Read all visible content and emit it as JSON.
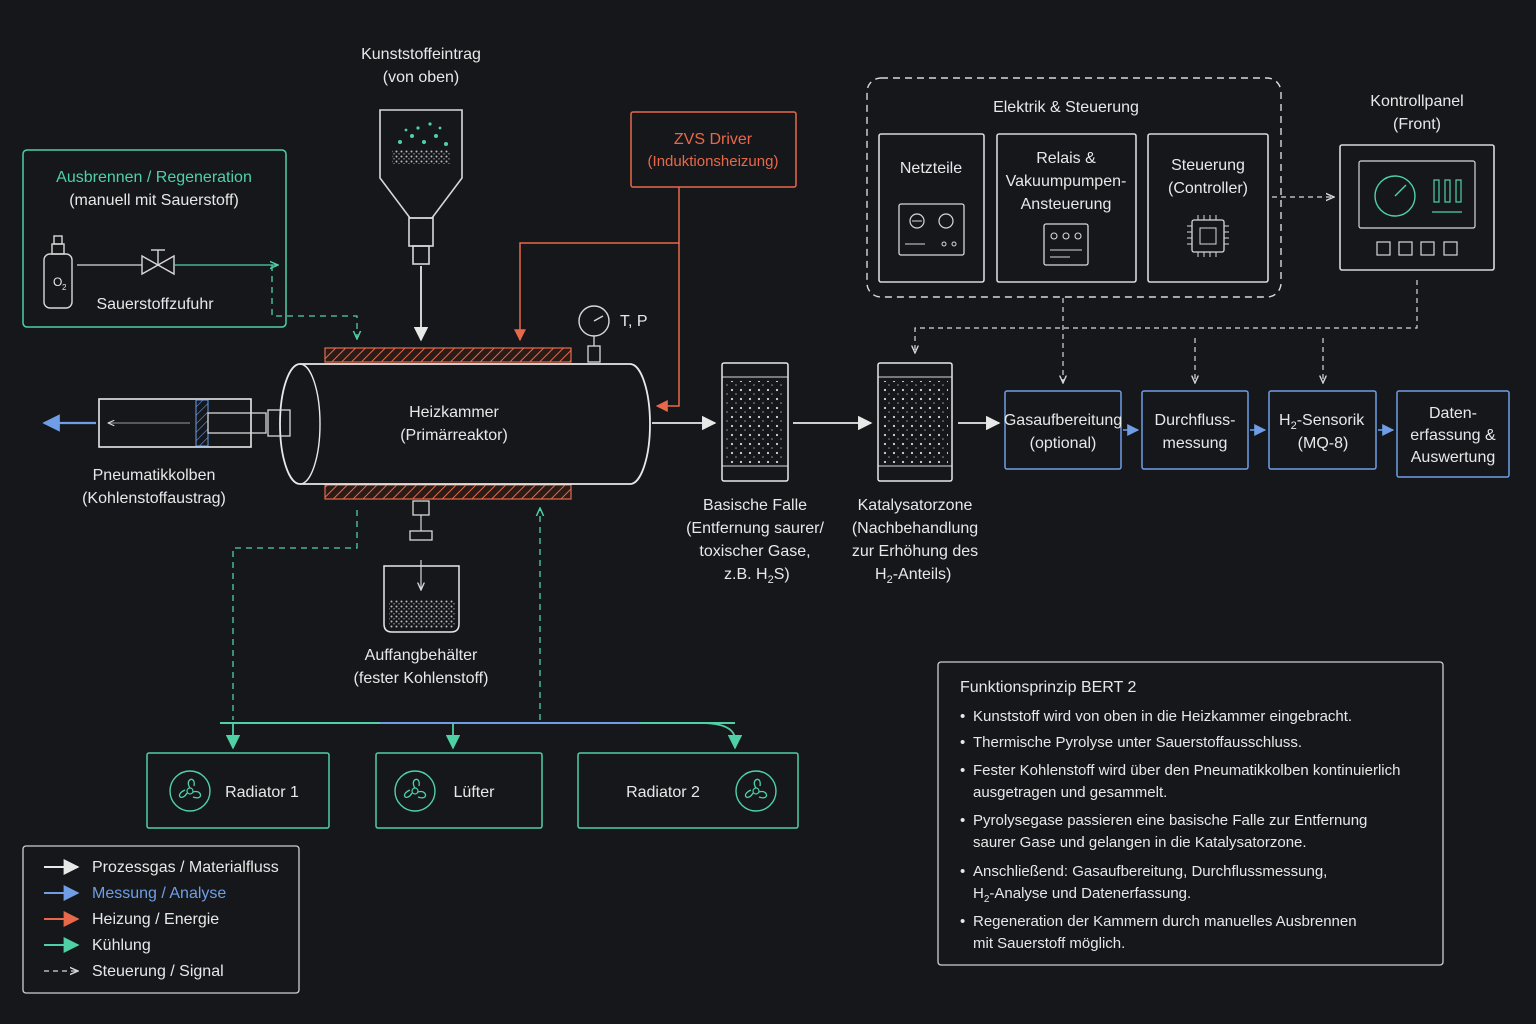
{
  "colors": {
    "background": "#15171b",
    "process": "#e8e8e8",
    "measurement": "#6f9ee6",
    "heating": "#e8684a",
    "cooling": "#4fd1a5",
    "control": "#d8d8d8"
  },
  "feed": {
    "title": "Kunststoffeintrag",
    "sub": "(von oben)"
  },
  "regen": {
    "title": "Ausbrennen / Regeneration",
    "sub": "(manuell mit Sauerstoff)",
    "cylinder_label": "O",
    "cylinder_sub": "2",
    "supply": "Sauerstoffzufuhr"
  },
  "zvs": {
    "title": "ZVS Driver",
    "sub": "(Induktionsheizung)"
  },
  "sensor": {
    "label": "T, P"
  },
  "chamber": {
    "title": "Heizkammer",
    "sub": "(Primärreaktor)"
  },
  "piston": {
    "title": "Pneumatikkolben",
    "sub": "(Kohlenstoffaustrag)"
  },
  "collector": {
    "title": "Auffangbehälter",
    "sub": "(fester Kohlenstoff)"
  },
  "trap": {
    "title": "Basische Falle",
    "l1": "(Entfernung saurer/",
    "l2": "toxischer Gase,",
    "l3_pre": "z.B. H",
    "l3_sub": "2",
    "l3_post": "S)"
  },
  "catalyst": {
    "title": "Katalysatorzone",
    "l1": "(Nachbehandlung",
    "l2": "zur Erhöhung des",
    "l3_pre": "H",
    "l3_sub": "2",
    "l3_post": "-Anteils)"
  },
  "electrics": {
    "title": "Elektrik & Steuerung",
    "psu": "Netzteile",
    "relay_l1": "Relais &",
    "relay_l2": "Vakuumpumpen-",
    "relay_l3": "Ansteuerung",
    "ctrl_l1": "Steuerung",
    "ctrl_l2": "(Controller)"
  },
  "panel": {
    "title": "Kontrollpanel",
    "sub": "(Front)"
  },
  "chain": {
    "gas_l1": "Gasaufbereitung",
    "gas_l2": "(optional)",
    "flow_l1": "Durchfluss-",
    "flow_l2": "messung",
    "h2_pre": "H",
    "h2_sub": "2",
    "h2_post": "-Sensorik",
    "h2_l2": "(MQ-8)",
    "data_l1": "Daten-",
    "data_l2": "erfassung &",
    "data_l3": "Auswertung"
  },
  "cooling": {
    "radiator1": "Radiator 1",
    "fan": "Lüfter",
    "radiator2": "Radiator 2"
  },
  "legend": [
    {
      "label": "Prozessgas / Materialfluss",
      "color": "#e8e8e8",
      "style": "solid",
      "text_color": "#e8e8e8"
    },
    {
      "label": "Messung / Analyse",
      "color": "#6f9ee6",
      "style": "solid",
      "text_color": "#6f9ee6"
    },
    {
      "label": "Heizung / Energie",
      "color": "#e8684a",
      "style": "solid",
      "text_color": "#e8e8e8"
    },
    {
      "label": "Kühlung",
      "color": "#4fd1a5",
      "style": "solid",
      "text_color": "#e8e8e8"
    },
    {
      "label": "Steuerung / Signal",
      "color": "#d8d8d8",
      "style": "dashed",
      "text_color": "#e8e8e8"
    }
  ],
  "principle": {
    "title": "Funktionsprinzip BERT 2",
    "b1": "Kunststoff wird von oben in die Heizkammer eingebracht.",
    "b2": "Thermische Pyrolyse unter Sauerstoffausschluss.",
    "b3_l1": "Fester Kohlenstoff wird über den Pneumatikkolben kontinuierlich",
    "b3_l2": "ausgetragen und gesammelt.",
    "b4_l1": "Pyrolysegase passieren eine basische Falle zur Entfernung",
    "b4_l2": "saurer Gase und gelangen in die Katalysatorzone.",
    "b5_l1": "Anschließend: Gasaufbereitung, Durchflussmessung,",
    "b5_l2_pre": "H",
    "b5_l2_sub": "2",
    "b5_l2_post": "-Analyse und Datenerfassung.",
    "b6_l1": "Regeneration der Kammern durch manuelles Ausbrennen",
    "b6_l2": "mit Sauerstoff möglich."
  }
}
